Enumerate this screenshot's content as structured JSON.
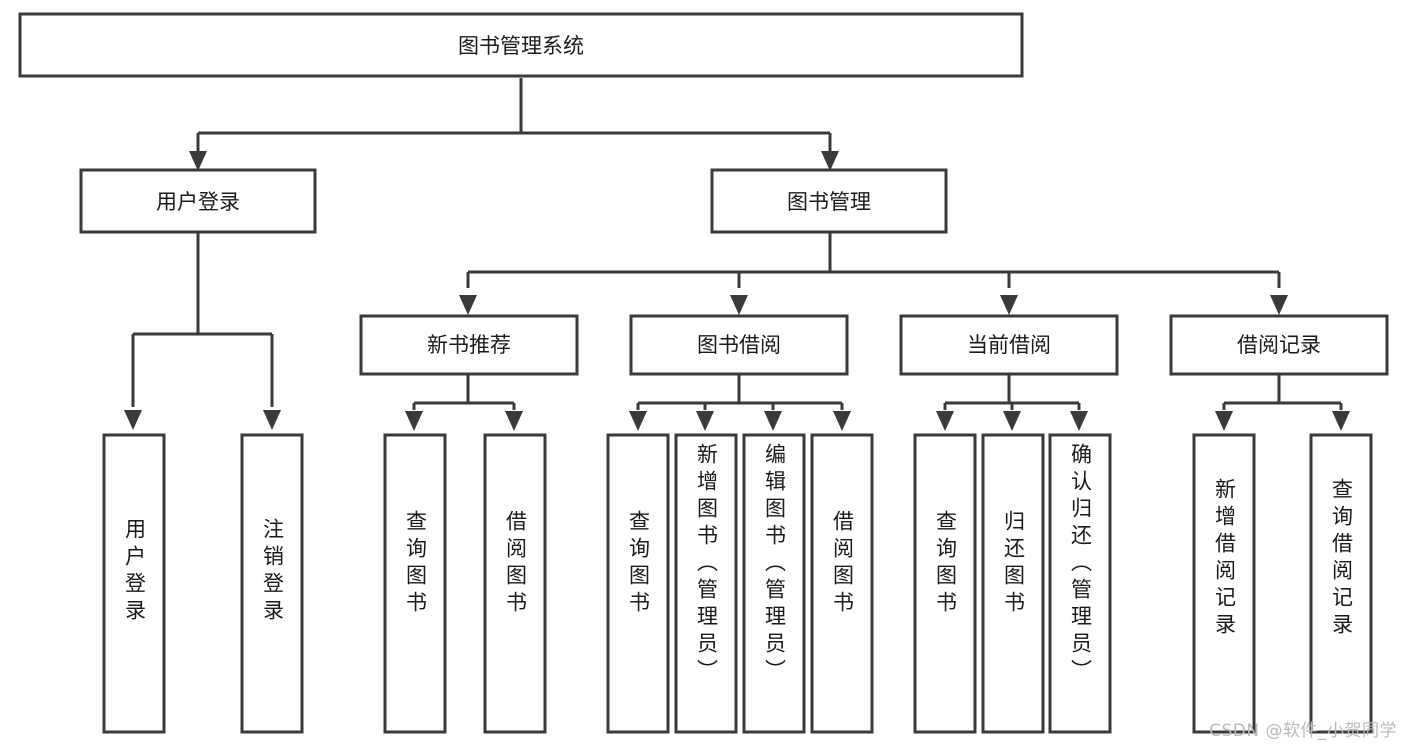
{
  "diagram": {
    "type": "hierarchy-tree",
    "orientation": "top-down",
    "title_node": {
      "label": "图书管理系统"
    },
    "level2": [
      {
        "id": "user-login",
        "label": "用户登录"
      },
      {
        "id": "book-manage",
        "label": "图书管理"
      }
    ],
    "level3": [
      {
        "id": "new-book-recommend",
        "label": "新书推荐",
        "parent": "book-manage"
      },
      {
        "id": "book-borrow",
        "label": "图书借阅",
        "parent": "book-manage"
      },
      {
        "id": "current-borrow",
        "label": "当前借阅",
        "parent": "book-manage"
      },
      {
        "id": "borrow-record",
        "label": "借阅记录",
        "parent": "book-manage"
      }
    ],
    "leaves": [
      {
        "id": "leaf-user-login",
        "label": "用户登录",
        "parent": "user-login"
      },
      {
        "id": "leaf-logout",
        "label": "注销登录",
        "parent": "user-login"
      },
      {
        "id": "leaf-query-book-1",
        "label": "查询图书",
        "parent": "new-book-recommend"
      },
      {
        "id": "leaf-borrow-book-1",
        "label": "借阅图书",
        "parent": "new-book-recommend"
      },
      {
        "id": "leaf-query-book-2",
        "label": "查询图书",
        "parent": "book-borrow"
      },
      {
        "id": "leaf-add-book",
        "label": "新增图书（管理员）",
        "parent": "book-borrow"
      },
      {
        "id": "leaf-edit-book",
        "label": "编辑图书（管理员）",
        "parent": "book-borrow"
      },
      {
        "id": "leaf-borrow-book-2",
        "label": "借阅图书",
        "parent": "book-borrow"
      },
      {
        "id": "leaf-query-book-3",
        "label": "查询图书",
        "parent": "current-borrow"
      },
      {
        "id": "leaf-return-book",
        "label": "归还图书",
        "parent": "current-borrow"
      },
      {
        "id": "leaf-confirm-return",
        "label": "确认归还（管理员）",
        "parent": "current-borrow"
      },
      {
        "id": "leaf-add-record",
        "label": "新增借阅记录",
        "parent": "borrow-record"
      },
      {
        "id": "leaf-query-record",
        "label": "查询借阅记录",
        "parent": "borrow-record"
      }
    ],
    "colors": {
      "stroke": "#3a3a3a",
      "fill": "#ffffff",
      "text": "#1a1a1a",
      "watermark": "#b9b9b9",
      "background": "#ffffff"
    }
  },
  "watermark": {
    "text": "CSDN @软件_小贺同学"
  }
}
